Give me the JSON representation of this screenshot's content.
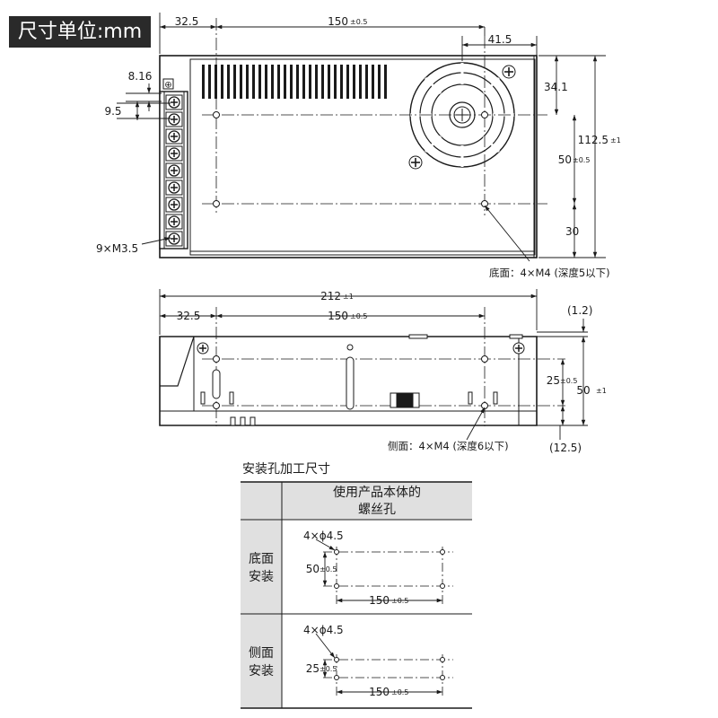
{
  "title": "尺寸单位:mm",
  "top_view": {
    "dim_left_offset": "32.5",
    "dim_hole_span": "150",
    "dim_hole_span_tol": "±0.5",
    "dim_fan_offset": "41.5",
    "dim_terminal_width": "8.16",
    "dim_terminal_pitch": "9.5",
    "dim_fan_from_top": "34.1",
    "dim_height": "112.5",
    "dim_height_tol": "±1",
    "dim_hole_vspan": "50",
    "dim_hole_vspan_tol": "±0.5",
    "dim_hole_bottom": "30",
    "terminal_label": "9×M3.5",
    "bottom_note": "底面：4×M4 (深度5以下)"
  },
  "side_view": {
    "dim_length": "212",
    "dim_length_tol": "±1",
    "dim_left_offset": "32.5",
    "dim_hole_span": "150",
    "dim_hole_span_tol": "±0.5",
    "dim_lip": "(1.2)",
    "dim_hole_vspan": "25",
    "dim_hole_vspan_tol": "±0.5",
    "dim_height": "50",
    "dim_height_tol": "±1",
    "dim_hole_bottom": "(12.5)",
    "side_note": "侧面：4×M4 (深度6以下)"
  },
  "mount_table": {
    "title": "安装孔加工尺寸",
    "header": "使用产品本体的\n螺丝孔",
    "rows": [
      {
        "label": "底面\n安装",
        "holes": "4×ϕ4.5",
        "v_dim": "50",
        "v_tol": "±0.5",
        "h_dim": "150",
        "h_tol": "±0.5"
      },
      {
        "label": "侧面\n安装",
        "holes": "4×ϕ4.5",
        "v_dim": "25",
        "v_tol": "±0.5",
        "h_dim": "150",
        "h_tol": "±0.5"
      }
    ]
  }
}
